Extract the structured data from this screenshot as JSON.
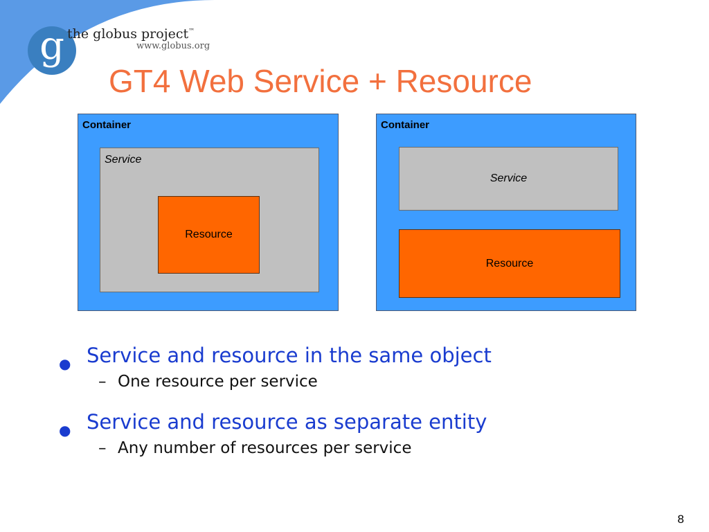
{
  "logo": {
    "glyph": "g",
    "name": "the globus project",
    "trademark": "™",
    "url": "www.globus.org"
  },
  "title": "GT4 Web Service + Resource",
  "diagram": {
    "left": {
      "container_label": "Container",
      "service_label": "Service",
      "resource_label": "Resource"
    },
    "right": {
      "container_label": "Container",
      "service_label": "Service",
      "resource_label": "Resource"
    }
  },
  "bullets": [
    {
      "text": "Service and resource in the same object",
      "sub": "One resource per service"
    },
    {
      "text": "Service and resource as separate entity",
      "sub": "Any number of resources per service"
    }
  ],
  "glyphs": {
    "bullet": "●",
    "dash": "–"
  },
  "page_number": "8",
  "colors": {
    "title": "#f2703e",
    "container": "#3d9cff",
    "service": "#c0c0c0",
    "resource": "#ff6600",
    "bullet_text": "#1a3ccf"
  }
}
